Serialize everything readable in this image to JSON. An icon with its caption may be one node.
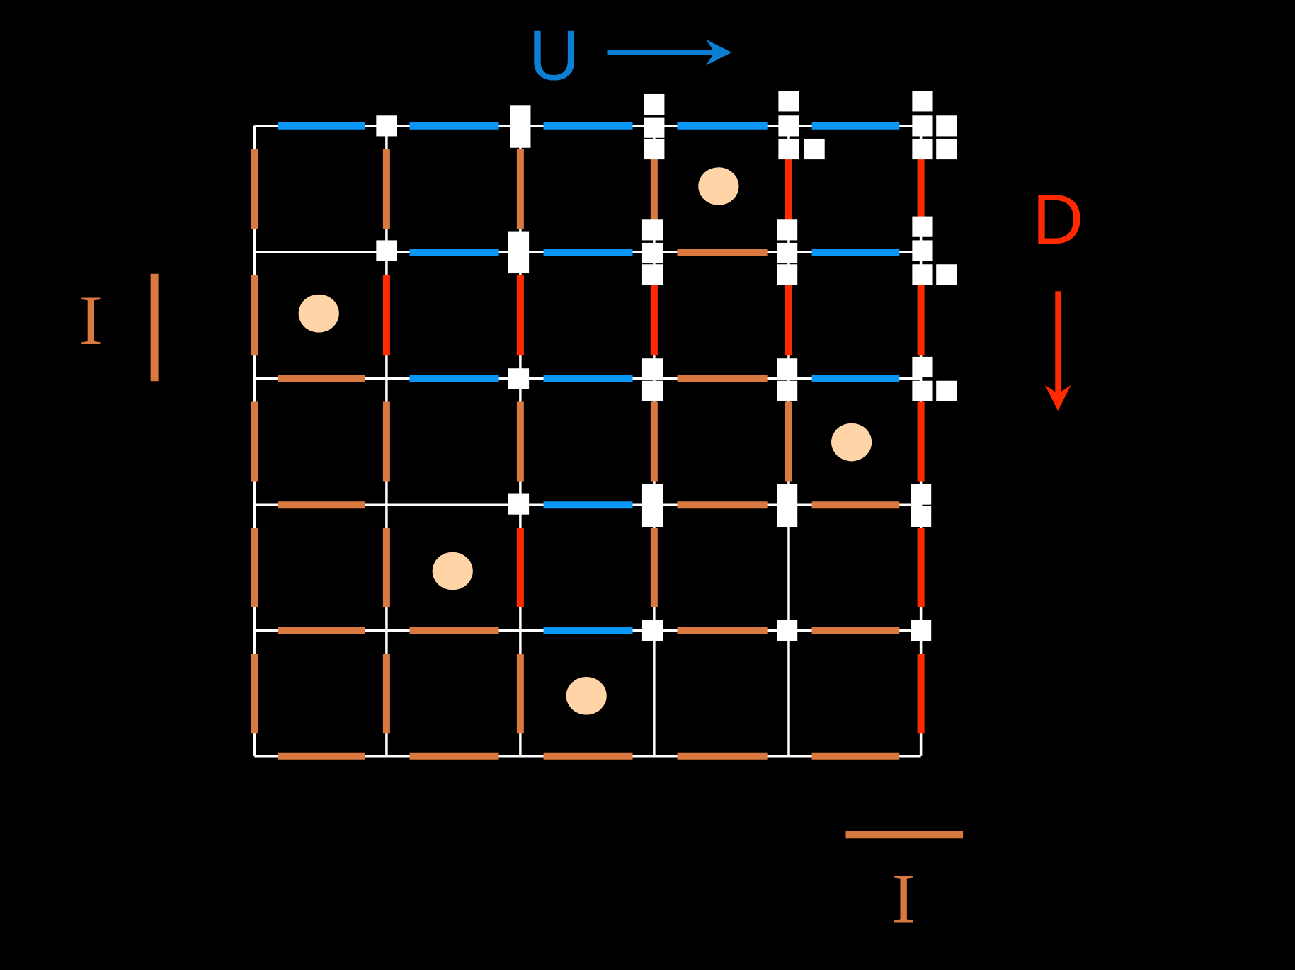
{
  "diagram": {
    "labels": [
      "U",
      "D",
      "I",
      "I"
    ]
  }
}
